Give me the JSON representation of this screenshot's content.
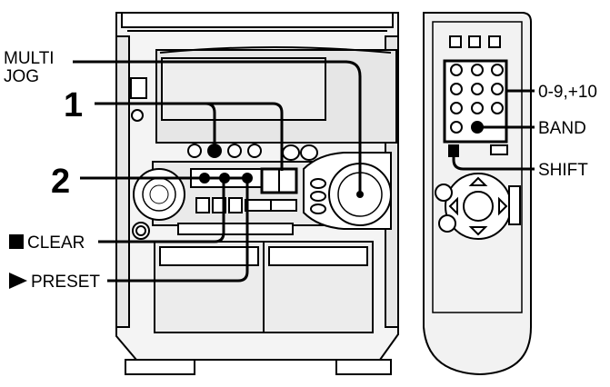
{
  "labels": {
    "multi_jog_line1": "MULTI",
    "multi_jog_line2": "JOG",
    "step1": "1",
    "step2": "2",
    "clear": "CLEAR",
    "preset": "PRESET",
    "digits": "0-9,+10",
    "band": "BAND",
    "shift": "SHIFT"
  },
  "colors": {
    "ink": "#000000",
    "paper": "#ffffff",
    "panel": "#e6e6e6"
  },
  "icons": {
    "clear_symbol": "stop-square-icon",
    "preset_symbol": "play-triangle-icon"
  }
}
